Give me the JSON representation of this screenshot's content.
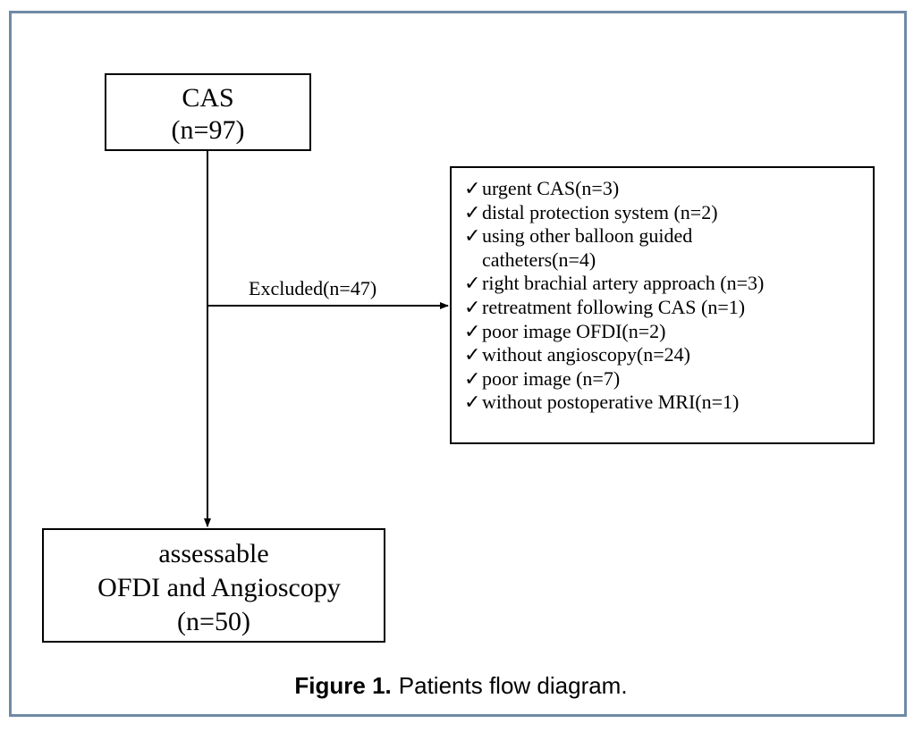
{
  "start_box": {
    "title": "CAS",
    "count": "(n=97)"
  },
  "excluded_arrow": {
    "label": "Excluded(n=47)"
  },
  "exclusion_box": {
    "check_glyph": "✓",
    "items": [
      "urgent CAS(n=3)",
      "distal protection system (n=2)",
      "using other balloon guided",
      "catheters(n=4)",
      "right brachial artery approach (n=3)",
      "retreatment following CAS (n=1)",
      "poor image OFDI(n=2)",
      "without angioscopy(n=24)",
      "poor image (n=7)",
      "without postoperative MRI(n=1)"
    ]
  },
  "final_box": {
    "line1": "assessable",
    "line2": "OFDI and Angioscopy",
    "count": "(n=50)"
  },
  "caption": {
    "label": "Figure 1.",
    "text": "Patients flow diagram."
  },
  "colors": {
    "frame_border": "#6f8aa6",
    "lines": "#000000"
  }
}
